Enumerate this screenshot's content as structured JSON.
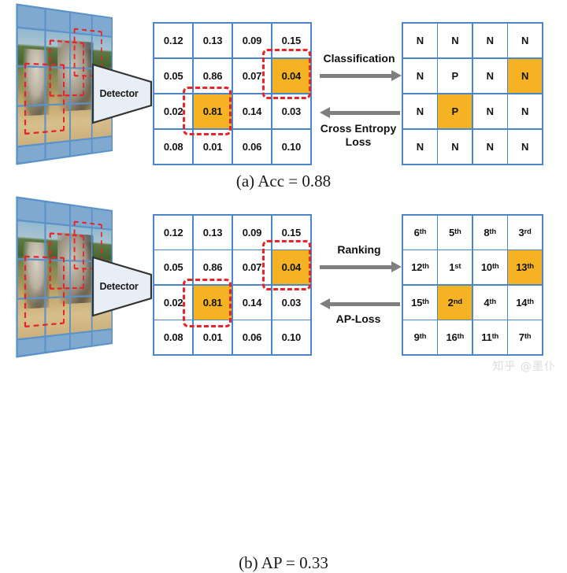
{
  "figure": {
    "watermark": "知乎 @墨仆"
  },
  "panels": [
    {
      "id": "a",
      "caption": "(a) Acc = 0.88",
      "detector_label": "Detector",
      "forward_label": "Classification",
      "backward_label": "Cross Entropy\nLoss",
      "left_grid": {
        "rows": [
          [
            "0.12",
            "0.13",
            "0.09",
            "0.15"
          ],
          [
            "0.05",
            "0.86",
            "0.07",
            "0.04"
          ],
          [
            "0.02",
            "0.81",
            "0.14",
            "0.03"
          ],
          [
            "0.08",
            "0.01",
            "0.06",
            "0.10"
          ]
        ],
        "highlighted": [
          [
            1,
            3
          ],
          [
            2,
            1
          ]
        ]
      },
      "right_grid": {
        "rows": [
          [
            "N",
            "N",
            "N",
            "N"
          ],
          [
            "N",
            "P",
            "N",
            "N"
          ],
          [
            "N",
            "P",
            "N",
            "N"
          ],
          [
            "N",
            "N",
            "N",
            "N"
          ]
        ],
        "highlighted": [
          [
            1,
            3
          ],
          [
            2,
            1
          ]
        ]
      }
    },
    {
      "id": "b",
      "caption": "(b) AP = 0.33",
      "detector_label": "Detector",
      "forward_label": "Ranking",
      "backward_label": "AP-Loss",
      "left_grid": {
        "rows": [
          [
            "0.12",
            "0.13",
            "0.09",
            "0.15"
          ],
          [
            "0.05",
            "0.86",
            "0.07",
            "0.04"
          ],
          [
            "0.02",
            "0.81",
            "0.14",
            "0.03"
          ],
          [
            "0.08",
            "0.01",
            "0.06",
            "0.10"
          ]
        ],
        "highlighted": [
          [
            1,
            3
          ],
          [
            2,
            1
          ]
        ]
      },
      "right_grid": {
        "rows": [
          [
            {
              "n": "6",
              "s": "th"
            },
            {
              "n": "5",
              "s": "th"
            },
            {
              "n": "8",
              "s": "th"
            },
            {
              "n": "3",
              "s": "rd"
            }
          ],
          [
            {
              "n": "12",
              "s": "th"
            },
            {
              "n": "1",
              "s": "st"
            },
            {
              "n": "10",
              "s": "th"
            },
            {
              "n": "13",
              "s": "th"
            }
          ],
          [
            {
              "n": "15",
              "s": "th"
            },
            {
              "n": "2",
              "s": "nd"
            },
            {
              "n": "4",
              "s": "th"
            },
            {
              "n": "14",
              "s": "th"
            }
          ],
          [
            {
              "n": "9",
              "s": "th"
            },
            {
              "n": "16",
              "s": "th"
            },
            {
              "n": "11",
              "s": "th"
            },
            {
              "n": "7",
              "s": "th"
            }
          ]
        ],
        "highlighted": [
          [
            1,
            3
          ],
          [
            2,
            1
          ]
        ]
      }
    }
  ],
  "colors": {
    "grid_border": "#4a86c8",
    "highlight": "#f5b324",
    "bbox_red": "#e8232a",
    "arrow_gray": "#7f7f7f"
  }
}
